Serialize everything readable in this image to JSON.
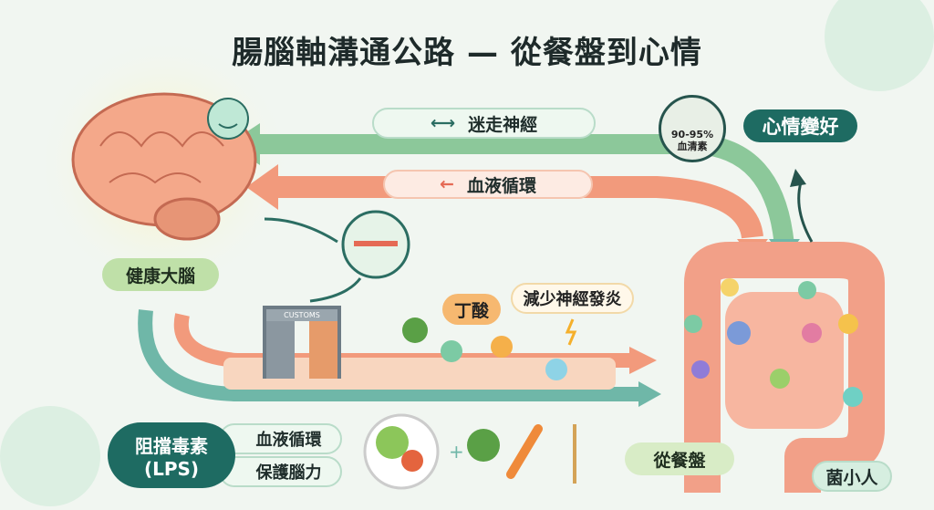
{
  "title": "腸腦軸溝通公路 — 從餐盤到心情",
  "pathways": {
    "vagus_nerve": "迷走神經",
    "blood_circulation": "血液循環"
  },
  "serotonin": {
    "percent": "90-95%",
    "label": "血清素"
  },
  "mood_label": "心情變好",
  "brain_label": "健康大腦",
  "customs_label": "CUSTOMS",
  "butyrate_label": "丁酸",
  "inflammation_label": "減少神經發炎",
  "barrier": {
    "title": "阻擋毒素",
    "subtitle": "(LPS)",
    "items": [
      "血液循環",
      "保護腦力"
    ]
  },
  "plate_label": "從餐盤",
  "microbes_label": "菌小人",
  "colors": {
    "teal": "#1e6b62",
    "green_arrow": "#8cc89a",
    "salmon_arrow": "#f29a7c",
    "light_green": "#bfe0a8"
  }
}
